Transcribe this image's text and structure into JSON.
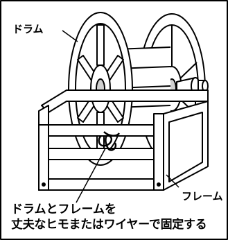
{
  "labels": {
    "drum": "ドラム",
    "frame": "フレーム"
  },
  "caption": {
    "line1": "ドラムとフレームを",
    "line2": "丈夫なヒモまたはワイヤーで固定する"
  },
  "colors": {
    "line": "#000000",
    "shade": "#d0d0d0",
    "background": "#ffffff"
  }
}
